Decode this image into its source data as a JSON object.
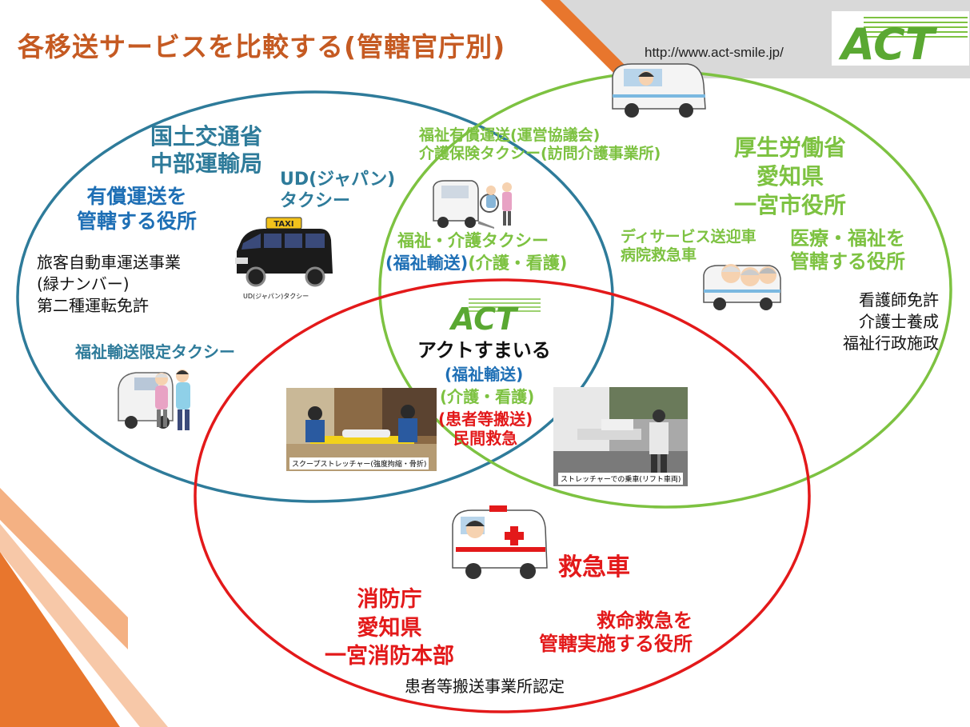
{
  "title": "各移送サービスを比較する(管轄官庁別)",
  "url": "http://www.act-smile.jp/",
  "logo_text": "ACT",
  "colors": {
    "title": "#c55a22",
    "blue_circle": "#2e7b9a",
    "green_circle": "#7dc241",
    "red_circle": "#e3191a",
    "accent_orange": "#e8762d"
  },
  "blue": {
    "agency": [
      "国土交通省",
      "中部運輸局"
    ],
    "role": [
      "有償運送を",
      "管轄する役所"
    ],
    "ud_taxi": [
      "UD(ジャパン)",
      "タクシー"
    ],
    "taxi_sign": "TAXI",
    "taxi_caption": "UD(ジャパン)タクシー",
    "license": [
      "旅客自動車運送事業",
      "(緑ナンバー)",
      "第二種運転免許"
    ],
    "welfare_taxi": "福祉輸送限定タクシー"
  },
  "overlap_blue_green": {
    "services": [
      "福祉有償運送(運営協議会)",
      "介護保険タクシー(訪問介護事業所)"
    ],
    "care_taxi": "福祉・介護タクシー",
    "care_taxi_sub_blue": "(福祉輸送)",
    "care_taxi_sub_green": "(介護・看護)"
  },
  "green": {
    "agency": [
      "厚生労働省",
      "愛知県",
      "一宮市役所"
    ],
    "services": [
      "ディサービス送迎車",
      "病院救急車"
    ],
    "role": [
      "医療・福祉を",
      "管轄する役所"
    ],
    "license": [
      "看護師免許",
      "介護士養成",
      "福祉行政施政"
    ]
  },
  "center": {
    "logo_text": "ACT",
    "name": "アクトすまいる",
    "blue_line": "(福祉輸送)",
    "green_line": "(介護・看護)",
    "red_lines": [
      "(患者等搬送)",
      "民間救急"
    ],
    "photo_left_caption": "スクープストレッチャー(強度拘縮・骨折)",
    "photo_right_caption": "ストレッチャーでの乗車(リフト車両)"
  },
  "red": {
    "ambulance": "救急車",
    "agency": [
      "消防庁",
      "愛知県",
      "一宮消防本部"
    ],
    "role": [
      "救命救急を",
      "管轄実施する役所"
    ],
    "license": "患者等搬送事業所認定"
  }
}
